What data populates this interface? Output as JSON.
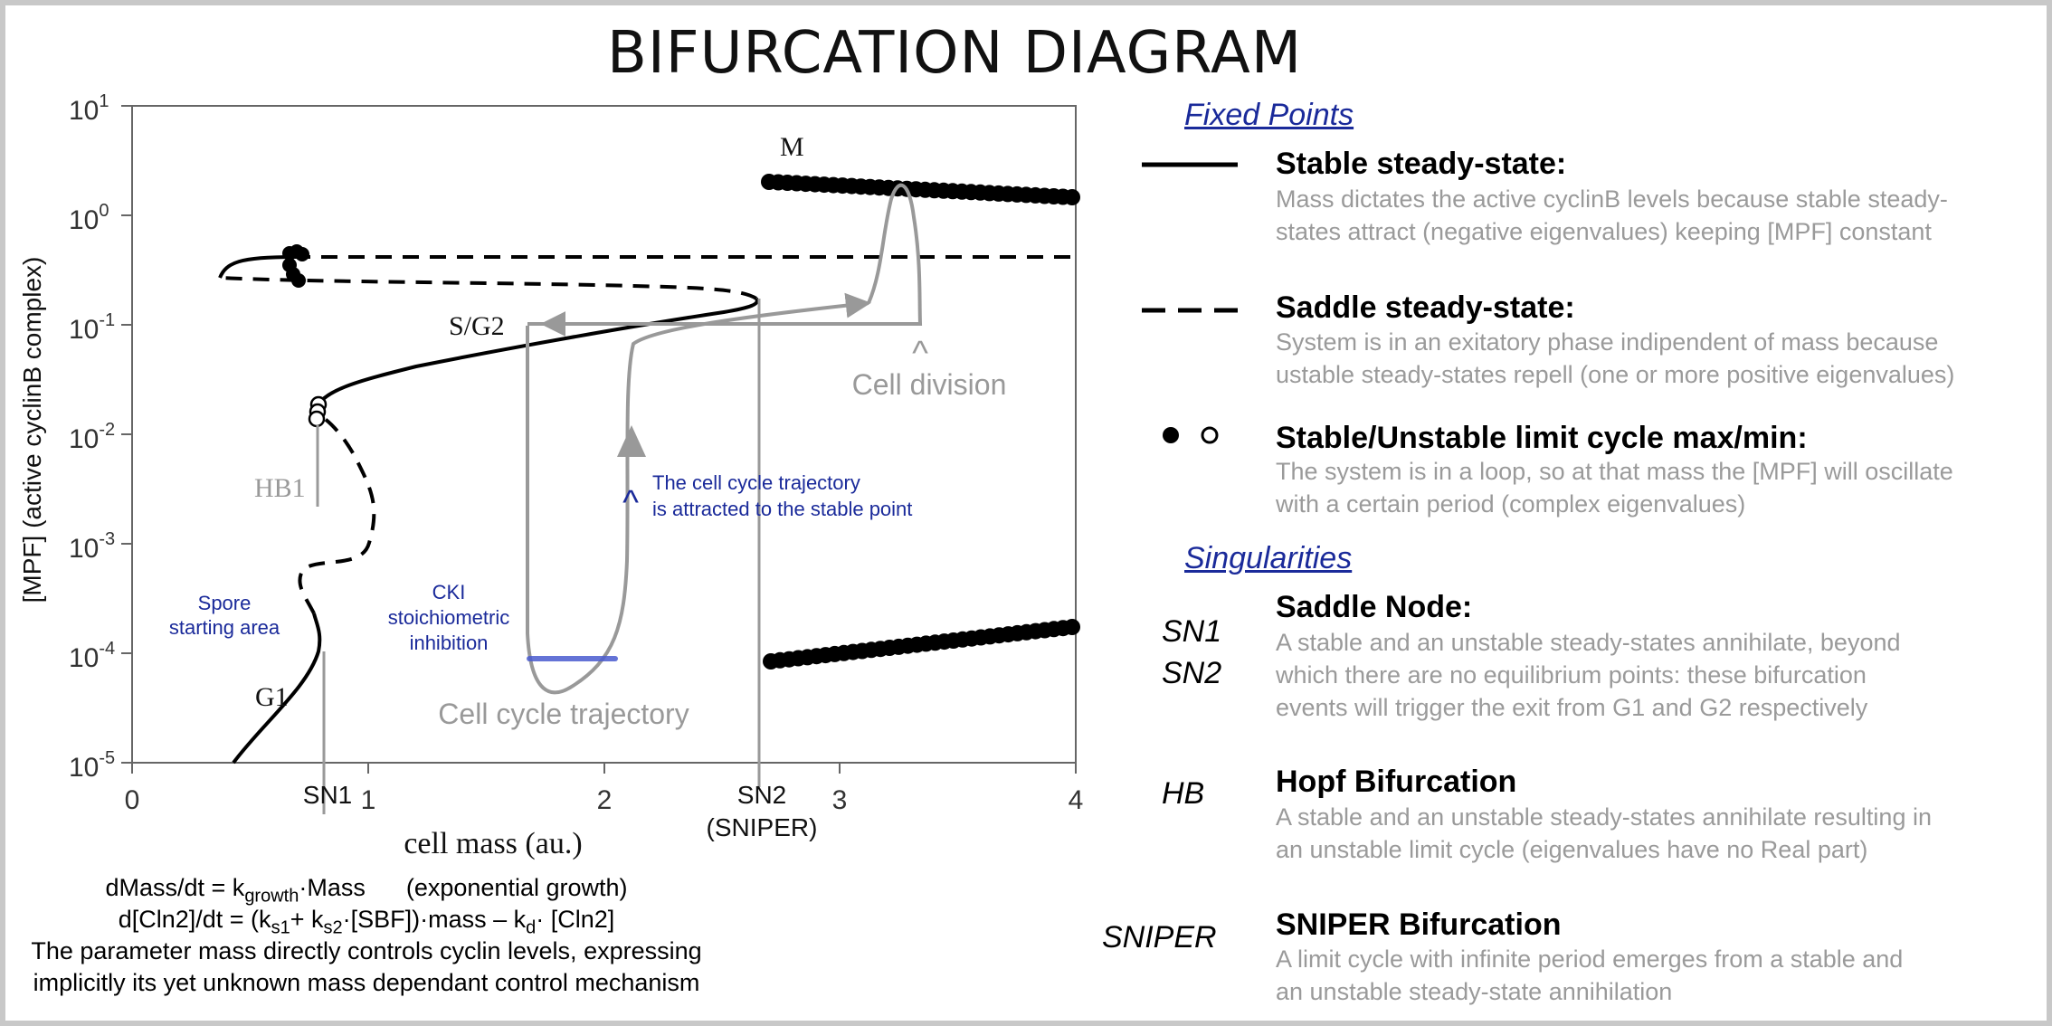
{
  "title": "BIFURCATION DIAGRAM",
  "colors": {
    "curve": "#000000",
    "trajectory": "#999999",
    "annotation_blue": "#1a2a9a",
    "bar_blue": "#4a5bd0"
  },
  "plot": {
    "xlabel": "cell mass (au.)",
    "ylabel": "[MPF] (active cyclinB complex)",
    "y_scale": "log",
    "xlim": [
      0,
      4
    ],
    "ylim_exponents": [
      -5,
      1
    ],
    "x_ticks": [
      "0",
      "1",
      "2",
      "3",
      "4"
    ],
    "y_tick_exponents": [
      "1",
      "0",
      "-1",
      "-2",
      "-3",
      "-4",
      "-5"
    ],
    "y_tick_base": "10",
    "labels": {
      "m": "M",
      "sg2": "S/G2",
      "g1": "G1",
      "hb1": "HB1",
      "sn1": "SN1",
      "sn2": "SN2",
      "sniper": "(SNIPER)",
      "cell_division": "Cell division",
      "cell_cycle_trajectory": "Cell cycle trajectory",
      "attracted_1": "The cell cycle trajectory",
      "attracted_2": "is attracted to the stable point",
      "spore_1": "Spore",
      "spore_2": "starting area",
      "cki_1": "CKI",
      "cki_2": "stoichiometric",
      "cki_3": "inhibition"
    }
  },
  "equations": {
    "eq1_pre": "dMass/dt = k",
    "eq1_sub": "growth",
    "eq1_post": "·Mass",
    "eq1_note": "(exponential growth)",
    "eq2_a": "d[Cln2]/dt = (k",
    "eq2_sub1": "s1",
    "eq2_b": "+ k",
    "eq2_sub2": "s2",
    "eq2_c": "·[SBF])·mass – k",
    "eq2_sub3": "d",
    "eq2_d": "· [Cln2]",
    "line3": "The parameter mass directly controls cyclin levels, expressing",
    "line4": "implicitly its yet unknown mass dependant control mechanism"
  },
  "legend": {
    "fixed_points_title": "Fixed Points",
    "stable": {
      "head": "Stable steady-state:",
      "desc": "Mass dictates the active cyclinB levels because stable steady-\nstates attract (negative eigenvalues) keeping [MPF] constant"
    },
    "saddle": {
      "head": "Saddle steady-state:",
      "desc": "System is in an exitatory phase indipendent of mass because\nustable steady-states repell (one or more positive eigenvalues)"
    },
    "limit_cycle": {
      "head": "Stable/Unstable limit cycle max/min:",
      "desc": "The system is in a loop, so at that mass the [MPF] will oscillate\nwith a certain period (complex eigenvalues)"
    },
    "singularities_title": "Singularities",
    "saddle_node": {
      "symbol": "SN1\nSN2",
      "head": "Saddle Node:",
      "desc": "A stable and an unstable steady-states annihilate, beyond\nwhich there are no equilibrium points: these bifurcation\nevents will trigger the exit from G1 and G2 respectively"
    },
    "hopf": {
      "symbol": "HB",
      "head": "Hopf Bifurcation",
      "desc": "A stable and an unstable steady-states annihilate resulting in\nan unstable limit cycle (eigenvalues have no Real part)"
    },
    "sniper": {
      "symbol": "SNIPER",
      "head": "SNIPER Bifurcation",
      "desc": "A limit cycle with infinite period emerges from a stable and\nan unstable steady-state annihilation"
    }
  }
}
